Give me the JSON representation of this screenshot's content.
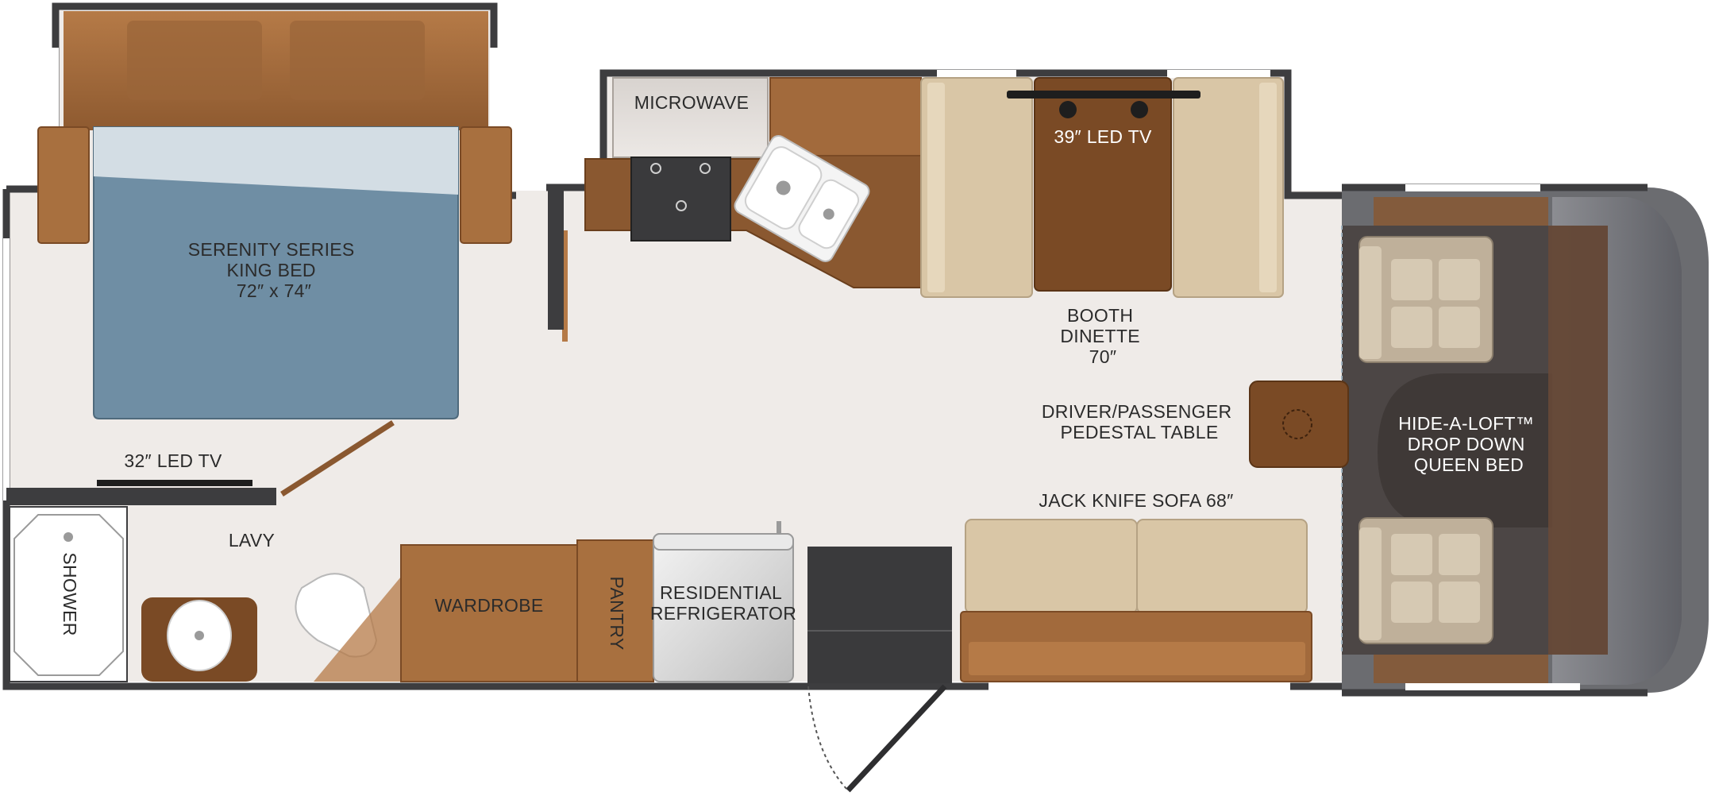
{
  "floorplan": {
    "labels": {
      "microwave": "MICROWAVE",
      "led_tv_39": "39″ LED TV",
      "king_bed": [
        "SERENITY SERIES",
        "KING BED",
        "72″ x 74″"
      ],
      "booth_dinette": [
        "BOOTH",
        "DINETTE",
        "70″"
      ],
      "pedestal_table": [
        "DRIVER/PASSENGER",
        "PEDESTAL TABLE"
      ],
      "hide_a_loft": [
        "HIDE-A-LOFT™",
        "DROP DOWN",
        "QUEEN BED"
      ],
      "led_tv_32": "32″ LED TV",
      "lavy": "LAVY",
      "jack_knife_sofa": "JACK KNIFE SOFA 68″",
      "shower": "SHOWER",
      "wardrobe": "WARDROBE",
      "pantry": "PANTRY",
      "refrigerator": [
        "RESIDENTIAL",
        "REFRIGERATOR"
      ]
    },
    "colors": {
      "floor": "#efebe8",
      "wall": "#3d3d3f",
      "bed_blue": "#6f8ea4",
      "wood_dark": "#7a4a25",
      "wood_mid": "#a26a3c",
      "upholstery": "#d9c6a6",
      "cab_gray": "#6b6b6e"
    }
  }
}
